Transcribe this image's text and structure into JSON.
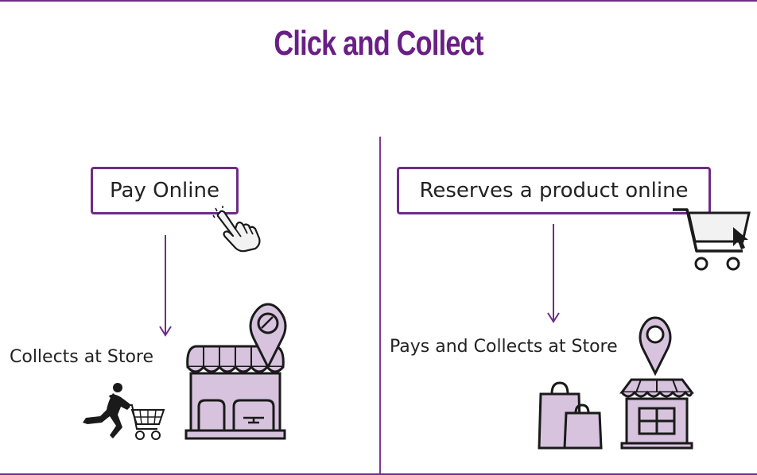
{
  "title": "Click and Collect",
  "left": {
    "step1": "Pay Online",
    "step2": "Collects at Store"
  },
  "right": {
    "step1": "Reserves a product online",
    "step2": "Pays and Collects at Store"
  },
  "colors": {
    "accent": "#6d2d86",
    "title": "#6a1f86",
    "fill_light": "#d7c3dd",
    "outline": "#1a1a1a"
  },
  "icons": [
    "hand-pointer-icon",
    "store-icon",
    "map-pin-icon",
    "shopper-running-cart-icon",
    "shopping-cart-cursor-icon",
    "shopping-bags-icon"
  ]
}
